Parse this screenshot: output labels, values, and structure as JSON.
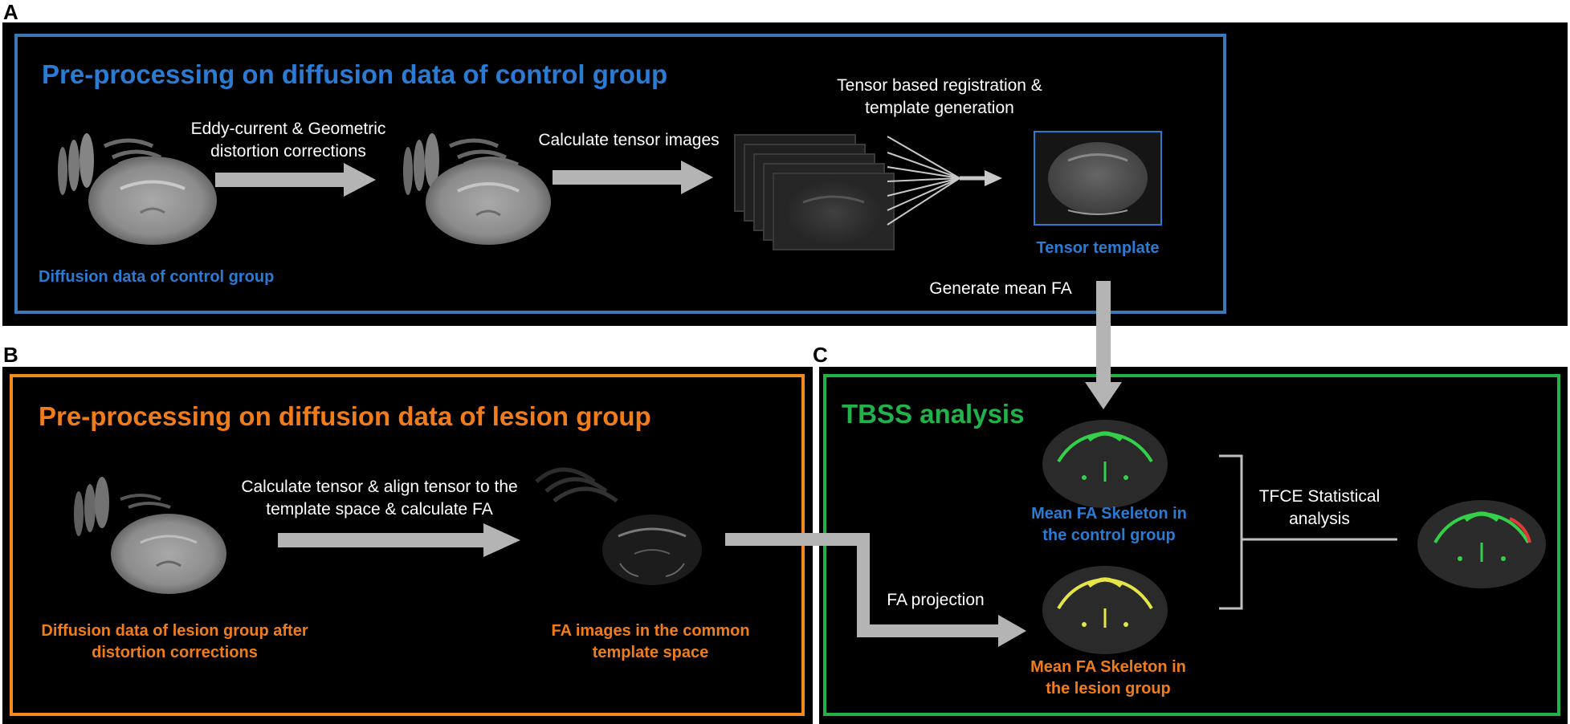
{
  "colors": {
    "blue": "#2a7bd4",
    "orange": "#f07c1a",
    "green": "#22b24c",
    "arrow": "#b4b4b4",
    "frame_blue": "#3d78b6",
    "frame_orange": "#f28a1e",
    "frame_green": "#23b24a"
  },
  "panels": {
    "a": {
      "letter": "A",
      "title": "Pre-processing on diffusion data of control group",
      "step1": "Eddy-current & Geometric distortion corrections",
      "step2": "Calculate tensor images",
      "step3": "Tensor based registration & template generation",
      "input_label": "Diffusion data of control group",
      "output_label": "Tensor template",
      "generate_label": "Generate mean FA"
    },
    "b": {
      "letter": "B",
      "title": "Pre-processing on diffusion data of lesion group",
      "step1": "Calculate tensor & align tensor to the template space & calculate FA",
      "input_label": "Diffusion data of lesion group after distortion corrections",
      "output_label": "FA images in the common template space"
    },
    "c": {
      "letter": "C",
      "title": "TBSS analysis",
      "control_label": "Mean FA Skeleton in the control group",
      "lesion_label": "Mean FA Skeleton in the lesion group",
      "projection_label": "FA projection",
      "stats_label": "TFCE Statistical analysis"
    }
  }
}
